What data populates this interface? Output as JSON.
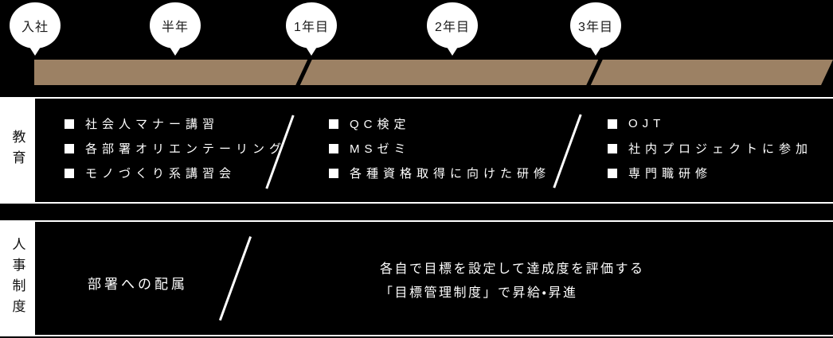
{
  "timeline": {
    "milestones": [
      {
        "label": "入社"
      },
      {
        "label": "半年"
      },
      {
        "label": "1年目"
      },
      {
        "label": "2年目"
      },
      {
        "label": "3年目"
      }
    ]
  },
  "education": {
    "row_label": "教育",
    "phases": [
      {
        "items": [
          "社会人マナー講習",
          "各部署オリエンテーリング",
          "モノづくり系講習会"
        ]
      },
      {
        "items": [
          "QC検定",
          "MSゼミ",
          "各種資格取得に向けた研修"
        ]
      },
      {
        "items": [
          "OJT",
          "社内プロジェクトに参加",
          "専門職研修"
        ]
      }
    ]
  },
  "hr": {
    "row_label": "人事制度",
    "phase1_text": "部署への配属",
    "phase2_lines": [
      "各自で目標を設定して達成度を評価する",
      "「目標管理制度」で昇給・昇進"
    ]
  },
  "colors": {
    "background": "#000000",
    "bar": "#9c8164",
    "bubble_fill": "#ffffff",
    "bubble_text": "#1a1a1a",
    "row_text": "#ffffff",
    "label_box": "#ffffff"
  }
}
